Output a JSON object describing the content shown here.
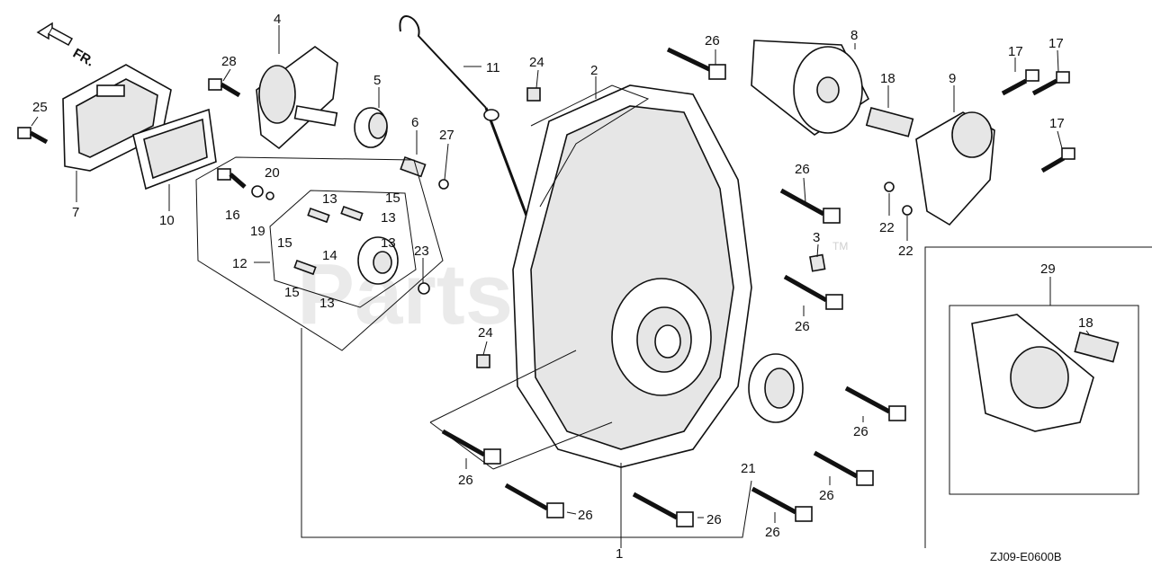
{
  "watermark": "PartsTree",
  "trademark": "TM",
  "direction": {
    "label": "FR."
  },
  "diagram_code": "ZJ09-E0600B",
  "callouts": {
    "c1": "1",
    "c2": "2",
    "c3": "3",
    "c4": "4",
    "c5": "5",
    "c6": "6",
    "c7": "7",
    "c8": "8",
    "c9": "9",
    "c10": "10",
    "c11": "11",
    "c12": "12",
    "c13a": "13",
    "c13b": "13",
    "c13c": "13",
    "c13d": "13",
    "c14": "14",
    "c15a": "15",
    "c15b": "15",
    "c15c": "15",
    "c16": "16",
    "c17a": "17",
    "c17b": "17",
    "c17c": "17",
    "c18a": "18",
    "c18b": "18",
    "c19": "19",
    "c20": "20",
    "c21": "21",
    "c22a": "22",
    "c22b": "22",
    "c23": "23",
    "c24a": "24",
    "c24b": "24",
    "c25": "25",
    "c26a": "26",
    "c26b": "26",
    "c26c": "26",
    "c26d": "26",
    "c26e": "26",
    "c26f": "26",
    "c26g": "26",
    "c26h": "26",
    "c26i": "26",
    "c27": "27",
    "c28": "28",
    "c29": "29"
  }
}
